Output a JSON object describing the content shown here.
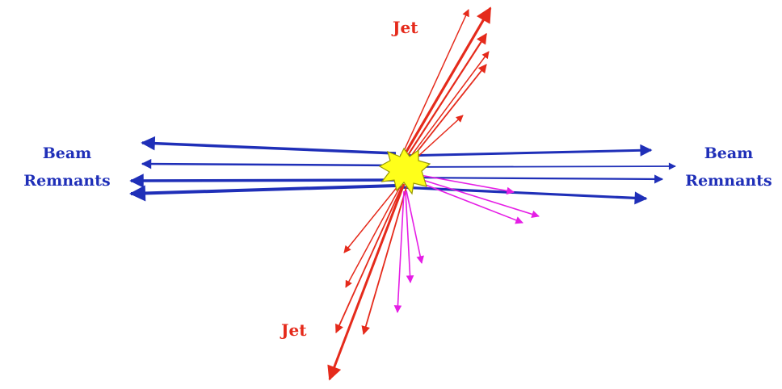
{
  "labels": {
    "jet_top": "Jet",
    "jet_bottom": "Jet",
    "beam_left_line1": "Beam",
    "beam_left_line2": "Remnants",
    "beam_right_line1": "Beam",
    "beam_right_line2": "Remnants"
  },
  "colors": {
    "jet": "#e52a1b",
    "beam": "#1f2fb8",
    "soft": "#e51ee5",
    "vertex_fill": "#ffff1a",
    "vertex_stroke": "#9a9a00"
  }
}
